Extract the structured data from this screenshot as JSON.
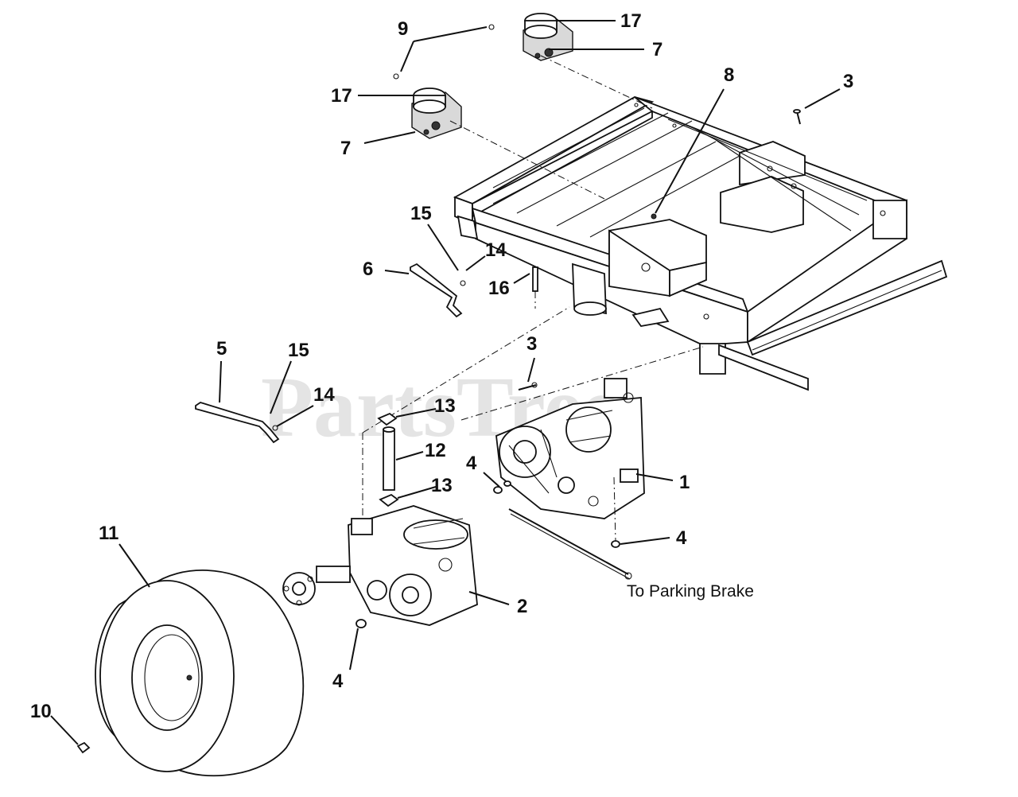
{
  "watermark": "PartsTree",
  "callouts": {
    "c1": "1",
    "c2": "2",
    "c3a": "3",
    "c3b": "3",
    "c4a": "4",
    "c4b": "4",
    "c4c": "4",
    "c5": "5",
    "c6": "6",
    "c7a": "7",
    "c7b": "7",
    "c8": "8",
    "c9": "9",
    "c10": "10",
    "c11": "11",
    "c12": "12",
    "c13a": "13",
    "c13b": "13",
    "c14a": "14",
    "c14b": "14",
    "c15a": "15",
    "c15b": "15",
    "c16": "16",
    "c17a": "17",
    "c17b": "17"
  },
  "annotation": "To Parking Brake"
}
